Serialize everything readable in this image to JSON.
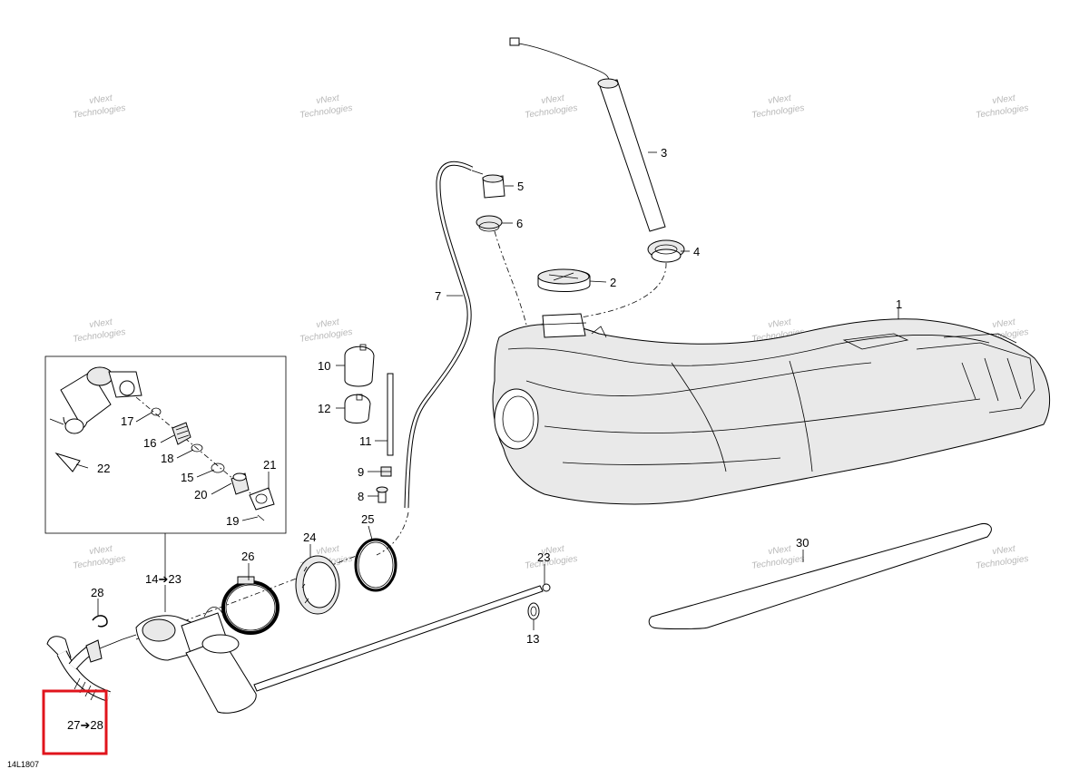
{
  "watermark": {
    "line1": "vNext",
    "line2": "Technologies"
  },
  "callouts": {
    "c1": "1",
    "c2": "2",
    "c3": "3",
    "c4": "4",
    "c5": "5",
    "c6": "6",
    "c7": "7",
    "c8": "8",
    "c9": "9",
    "c10": "10",
    "c11": "11",
    "c12": "12",
    "c13": "13",
    "c14_23": "14➔23",
    "c15": "15",
    "c16": "16",
    "c17": "17",
    "c18": "18",
    "c19": "19",
    "c20": "20",
    "c21": "21",
    "c22": "22",
    "c23": "23",
    "c24": "24",
    "c25": "25",
    "c26": "26",
    "c27_28": "27➔28",
    "c28": "28",
    "c30": "30"
  },
  "drawing_code": "14L1807",
  "highlight_color": "#e0141c"
}
